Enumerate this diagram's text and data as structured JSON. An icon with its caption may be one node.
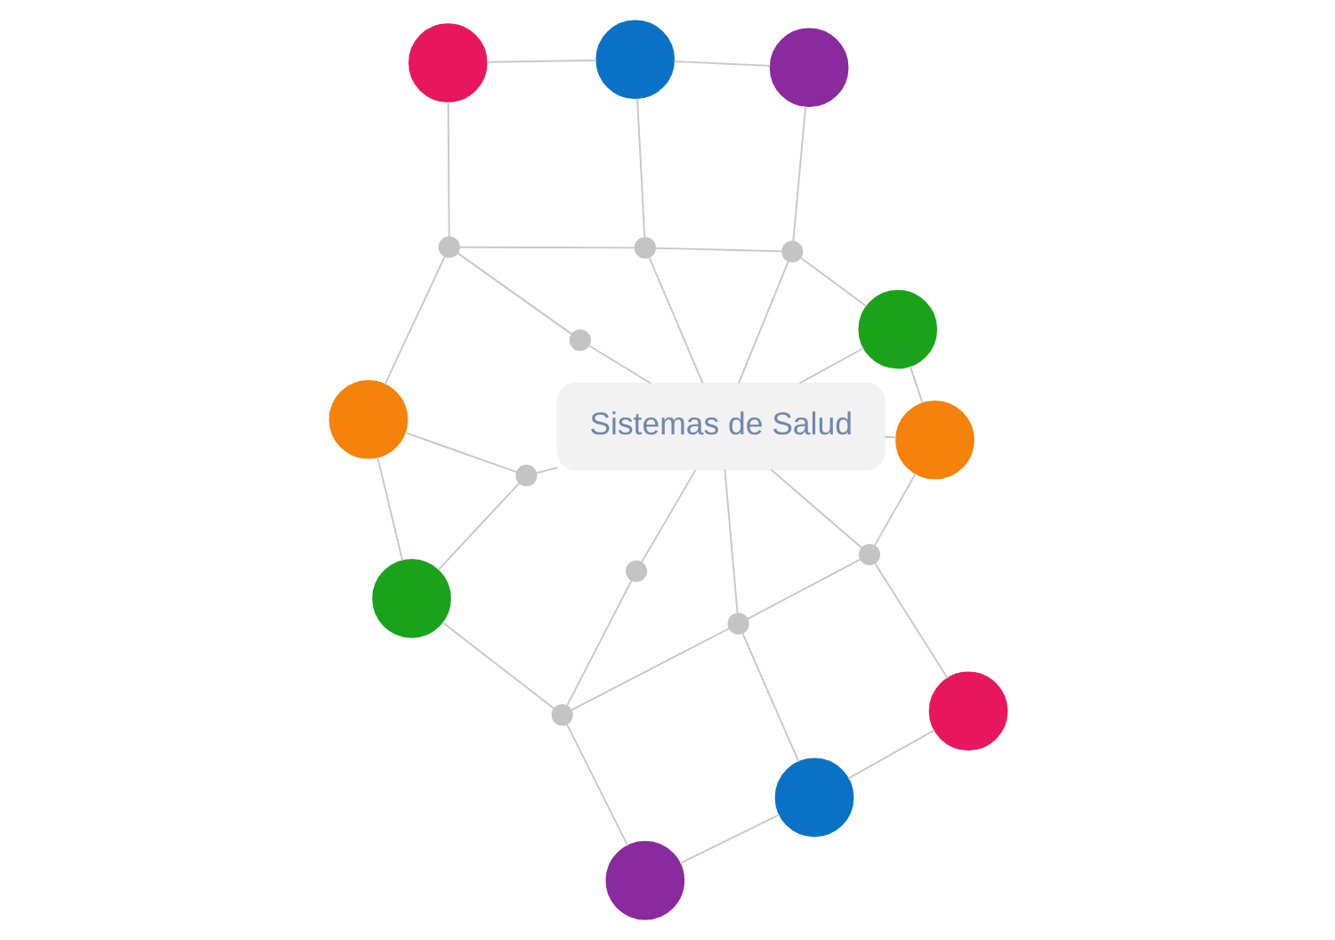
{
  "diagram": {
    "nodes": [
      {
        "text": [],
        "shape": "circle"
      },
      {
        "text": [],
        "shape": "circle"
      },
      {
        "text": [],
        "shape": "circle"
      },
      {
        "text": [],
        "shape": "circle"
      },
      {
        "text": [],
        "shape": "circle"
      },
      {
        "text": [],
        "shape": "circle"
      },
      {
        "text": [],
        "shape": "circle"
      },
      {
        "text": [],
        "shape": "circle"
      },
      {
        "text": [],
        "shape": "circle"
      },
      {
        "text": [
          "Sistemas de Salud"
        ]
      },
      {
        "text": [],
        "shape": "circle"
      },
      {
        "text": [],
        "shape": "circle"
      },
      {
        "text": [],
        "shape": "circle"
      },
      {
        "text": [],
        "shape": "circle"
      },
      {
        "text": [],
        "shape": "circle"
      },
      {
        "text": [],
        "shape": "circle"
      },
      {
        "text": [],
        "shape": "circle"
      },
      {
        "text": [],
        "shape": "circle"
      },
      {
        "text": [],
        "shape": "circle"
      },
      {
        "text": [],
        "shape": "circle"
      }
    ],
    "edges": [
      {
        "from": 0,
        "to": 1,
        "arrow": "none"
      },
      {
        "from": 2,
        "to": 4,
        "arrow": "none"
      },
      {
        "from": 0,
        "to": 4,
        "arrow": "none"
      },
      {
        "from": 0,
        "to": 5,
        "arrow": "none"
      },
      {
        "from": 1,
        "to": 5,
        "arrow": "none"
      },
      {
        "from": 1,
        "to": 6,
        "arrow": "none"
      },
      {
        "from": 3,
        "to": 6,
        "arrow": "none"
      },
      {
        "from": 4,
        "to": 7,
        "arrow": "none"
      },
      {
        "from": 4,
        "to": 11,
        "arrow": "none"
      },
      {
        "from": 6,
        "to": 8,
        "arrow": "none"
      },
      {
        "from": 6,
        "to": 12,
        "arrow": "none"
      },
      {
        "from": 7,
        "to": 9,
        "arrow": "none"
      },
      {
        "from": 5,
        "to": 9,
        "arrow": "none"
      },
      {
        "from": 8,
        "to": 9,
        "arrow": "none"
      },
      {
        "from": 2,
        "to": 10,
        "arrow": "none"
      },
      {
        "from": 3,
        "to": 13,
        "arrow": "none"
      },
      {
        "from": 10,
        "to": 11,
        "arrow": "none"
      },
      {
        "from": 11,
        "to": 9,
        "arrow": "none"
      },
      {
        "from": 12,
        "to": 9,
        "arrow": "none"
      },
      {
        "from": 13,
        "to": 12,
        "arrow": "none"
      },
      {
        "from": 11,
        "to": 14,
        "arrow": "none"
      },
      {
        "from": 12,
        "to": 15,
        "arrow": "none"
      },
      {
        "from": 14,
        "to": 9,
        "arrow": "none"
      },
      {
        "from": 15,
        "to": 9,
        "arrow": "none"
      },
      {
        "from": 10,
        "to": 16,
        "arrow": "none"
      },
      {
        "from": 13,
        "to": 17,
        "arrow": "none"
      },
      {
        "from": 16,
        "to": 14,
        "arrow": "none"
      },
      {
        "from": 14,
        "to": 18,
        "arrow": "none"
      },
      {
        "from": 17,
        "to": 15,
        "arrow": "none"
      },
      {
        "from": 15,
        "to": 19,
        "arrow": "none"
      },
      {
        "from": 18,
        "to": 19,
        "arrow": "none"
      },
      {
        "from": 18,
        "to": 9,
        "arrow": "none"
      },
      {
        "from": 19,
        "to": 9,
        "arrow": "none"
      }
    ]
  }
}
